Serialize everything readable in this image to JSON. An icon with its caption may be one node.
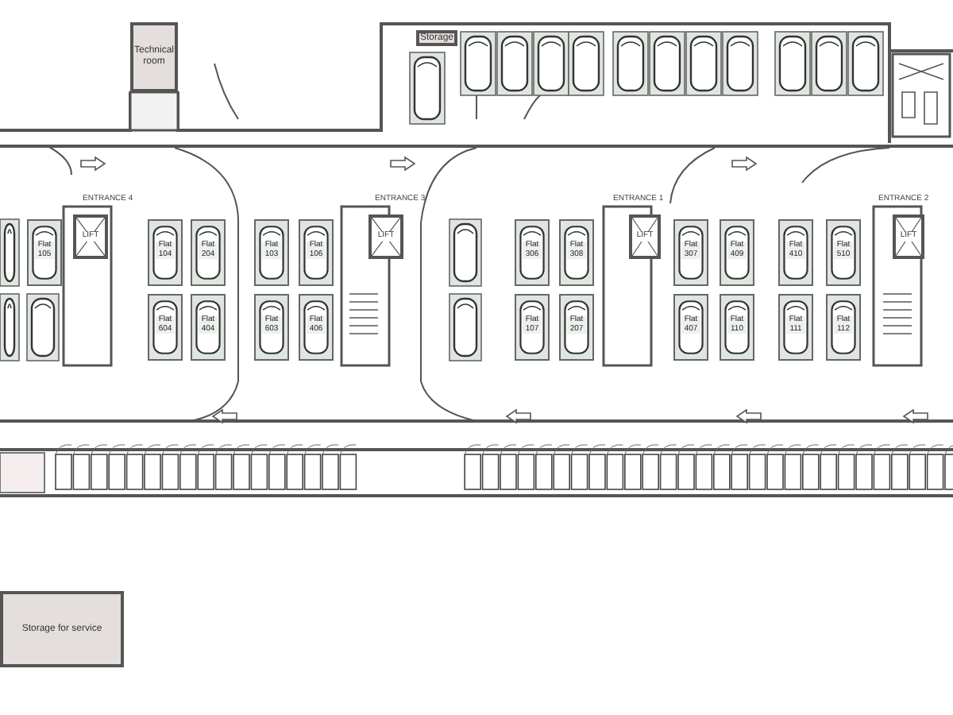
{
  "diagram": {
    "nodes": [
      {
        "text": [
          "Technical room"
        ]
      },
      {
        "text": [
          "Storage"
        ]
      },
      {
        "text": [
          "Storage for service"
        ]
      },
      {
        "text": [
          "LIFT"
        ]
      },
      {
        "text": [
          "LIFT"
        ]
      },
      {
        "text": [
          "LIFT"
        ]
      },
      {
        "text": [
          "LIFT"
        ]
      }
    ],
    "labels": [
      "ENTRANCE 4",
      "ENTRANCE 3",
      "ENTRANCE 1",
      "ENTRANCE 2",
      "Flat 105",
      "Flat 104",
      "Flat 204",
      "Flat 103",
      "Flat 106",
      "Flat 306",
      "Flat 308",
      "Flat 307",
      "Flat 409",
      "Flat 410",
      "Flat 510",
      "Flat 604",
      "Flat 404",
      "Flat 603",
      "Flat 406",
      "Flat 107",
      "Flat 207",
      "Flat 407",
      "Flat 110",
      "Flat 111",
      "Flat 112"
    ]
  }
}
